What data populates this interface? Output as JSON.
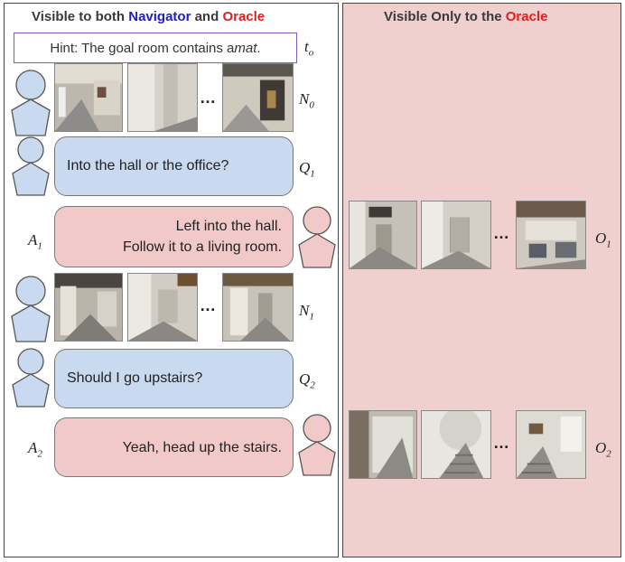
{
  "left_header": {
    "prefix": "Visible to both ",
    "navigator": "Navigator",
    "and": " and ",
    "oracle": "Oracle"
  },
  "right_header": {
    "prefix": "Visible Only to the ",
    "oracle": "Oracle"
  },
  "hint": {
    "text": "Hint: The goal room contains a ",
    "object": "mat",
    "period": "."
  },
  "labels": {
    "t0": "t",
    "t0_sub": "o",
    "n0": "N",
    "n0_sub": "0",
    "q1": "Q",
    "q1_sub": "1",
    "a1": "A",
    "a1_sub": "1",
    "n1": "N",
    "n1_sub": "1",
    "q2": "Q",
    "q2_sub": "2",
    "a2": "A",
    "a2_sub": "2",
    "o1": "O",
    "o1_sub": "1",
    "o2": "O",
    "o2_sub": "2"
  },
  "dialog": {
    "q1": "Into the hall or the office?",
    "a1_line1": "Left into the hall.",
    "a1_line2": "Follow it to a living room.",
    "q2": "Should I go upstairs?",
    "a2": "Yeah, head up the stairs."
  },
  "ellipsis": "…",
  "colors": {
    "navigator": "#2020c0",
    "oracle": "#e02020",
    "question_bubble": "#c9d9ef",
    "answer_bubble": "#f2c9c9",
    "oracle_panel": "#f0cfcf",
    "avatar": "#c9d9ef",
    "oracle_avatar": "#f2c9c9",
    "hint_border": "#7b5cc4"
  }
}
